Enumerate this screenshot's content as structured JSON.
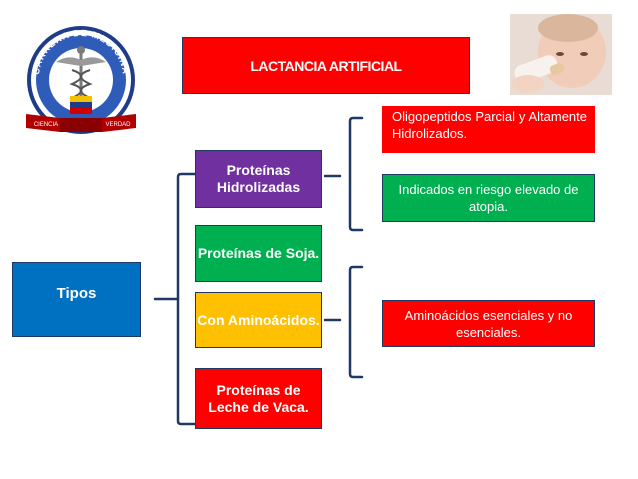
{
  "title": "LACTANCIA ARTIFICIAL",
  "root": "Tipos",
  "types": [
    "Proteínas Hidrolizadas",
    "Proteínas de Soja.",
    "Con Aminoácidos.",
    "Proteínas de Leche de Vaca."
  ],
  "notes": [
    "Oligopeptidos Parcial y Altamente Hidrolizados.",
    "Indicados en riesgo elevado de atopia.",
    "Aminoácidos esenciales y no esenciales."
  ],
  "logo": {
    "top_text": "CARRERA DE MEDICINA",
    "ribbon_left": "CIENCIA",
    "ribbon_right": "VERDAD"
  },
  "colors": {
    "red": "#ff0000",
    "blue": "#0070c0",
    "purple": "#7030a0",
    "green": "#00b050",
    "amber": "#ffc000",
    "bracket": "#1f3864"
  }
}
